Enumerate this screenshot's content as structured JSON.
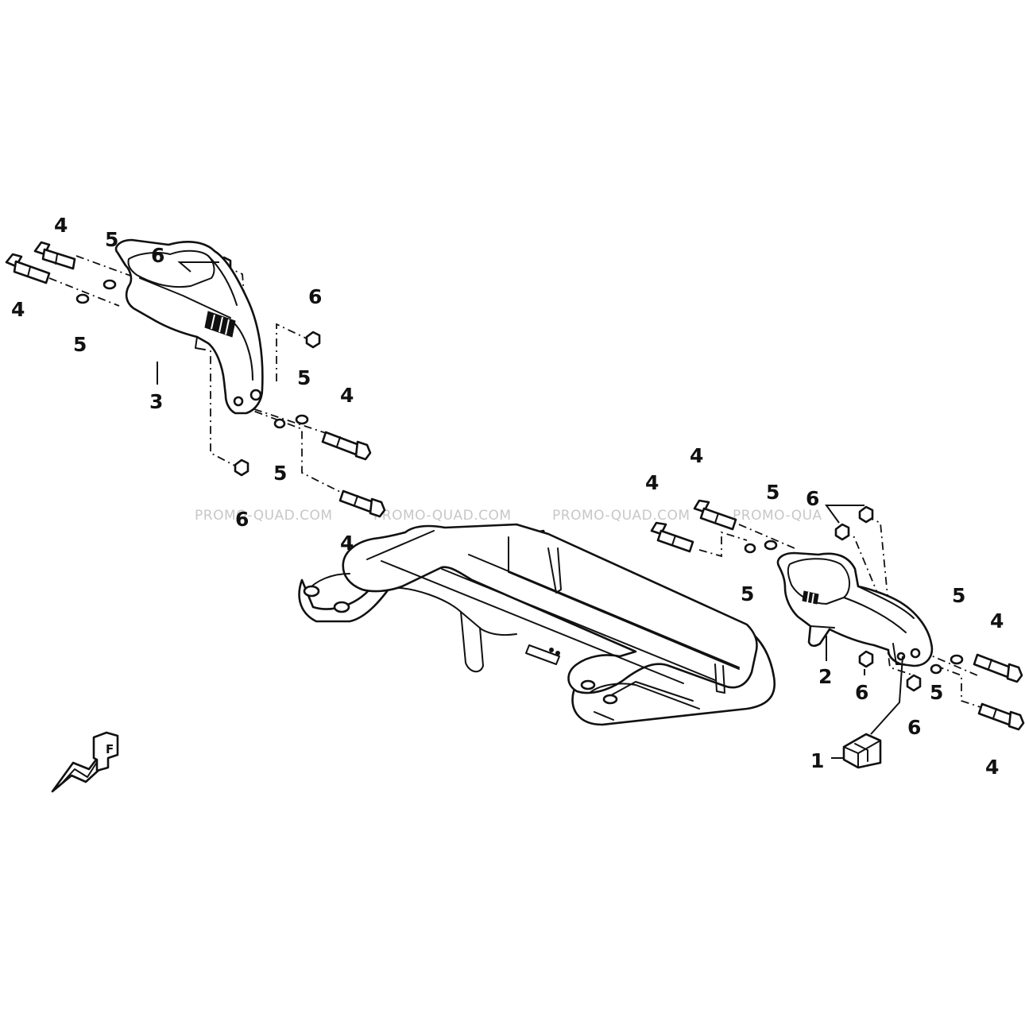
{
  "watermark": [
    "PROMO-QUAD.COM",
    "PROMO-QUAD.COM",
    "PROMO-QUAD.COM",
    "PROMO-QUA"
  ],
  "labels": [
    {
      "id": "l4a",
      "text": "4"
    },
    {
      "id": "l4b",
      "text": "4"
    },
    {
      "id": "l5a",
      "text": "5"
    },
    {
      "id": "l5b",
      "text": "5"
    },
    {
      "id": "l6a",
      "text": "6"
    },
    {
      "id": "l6b",
      "text": "6"
    },
    {
      "id": "l3",
      "text": "3"
    },
    {
      "id": "l5c",
      "text": "5"
    },
    {
      "id": "l4c",
      "text": "4"
    },
    {
      "id": "l5d",
      "text": "5"
    },
    {
      "id": "l6c",
      "text": "6"
    },
    {
      "id": "l4d",
      "text": "4"
    },
    {
      "id": "l4e",
      "text": "4"
    },
    {
      "id": "l4f",
      "text": "4"
    },
    {
      "id": "l5e",
      "text": "5"
    },
    {
      "id": "l6d",
      "text": "6"
    },
    {
      "id": "l5f",
      "text": "5"
    },
    {
      "id": "l5g",
      "text": "5"
    },
    {
      "id": "l4g",
      "text": "4"
    },
    {
      "id": "l2",
      "text": "2"
    },
    {
      "id": "l6e",
      "text": "6"
    },
    {
      "id": "l5h",
      "text": "5"
    },
    {
      "id": "l6f",
      "text": "6"
    },
    {
      "id": "l1",
      "text": "1"
    },
    {
      "id": "l4h",
      "text": "4"
    }
  ],
  "front_marker": "F"
}
